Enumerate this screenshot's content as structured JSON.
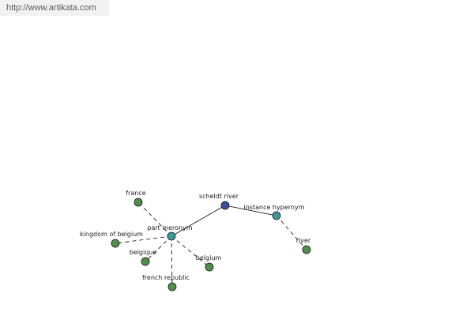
{
  "watermark": {
    "text": "http://www.artikata.com"
  },
  "colors": {
    "center_node": "#3d4e9c",
    "relation_node": "#3e9a9a",
    "leaf_node": "#4f8f4a",
    "edge": "#000000"
  },
  "graph": {
    "nodes": [
      {
        "id": "scheldt",
        "label": "scheldt river",
        "kind": "center"
      },
      {
        "id": "part_meronym",
        "label": "part meronym",
        "kind": "relation"
      },
      {
        "id": "instance_hypernym",
        "label": "instance hypernym",
        "kind": "relation"
      },
      {
        "id": "france",
        "label": "france",
        "kind": "leaf"
      },
      {
        "id": "kingdom_of_belgium",
        "label": "kingdom of belgium",
        "kind": "leaf"
      },
      {
        "id": "belgique",
        "label": "belgique",
        "kind": "leaf"
      },
      {
        "id": "french_republic",
        "label": "french republic",
        "kind": "leaf"
      },
      {
        "id": "belgium",
        "label": "belgium",
        "kind": "leaf"
      },
      {
        "id": "river",
        "label": "river",
        "kind": "leaf"
      }
    ],
    "edges": [
      {
        "from": "scheldt",
        "to": "part_meronym",
        "style": "solid"
      },
      {
        "from": "scheldt",
        "to": "instance_hypernym",
        "style": "solid"
      },
      {
        "from": "part_meronym",
        "to": "france",
        "style": "dashed"
      },
      {
        "from": "part_meronym",
        "to": "kingdom_of_belgium",
        "style": "dashed"
      },
      {
        "from": "part_meronym",
        "to": "belgique",
        "style": "dashed"
      },
      {
        "from": "part_meronym",
        "to": "french_republic",
        "style": "dashed"
      },
      {
        "from": "part_meronym",
        "to": "belgium",
        "style": "dashed"
      },
      {
        "from": "instance_hypernym",
        "to": "river",
        "style": "dashed"
      }
    ]
  }
}
